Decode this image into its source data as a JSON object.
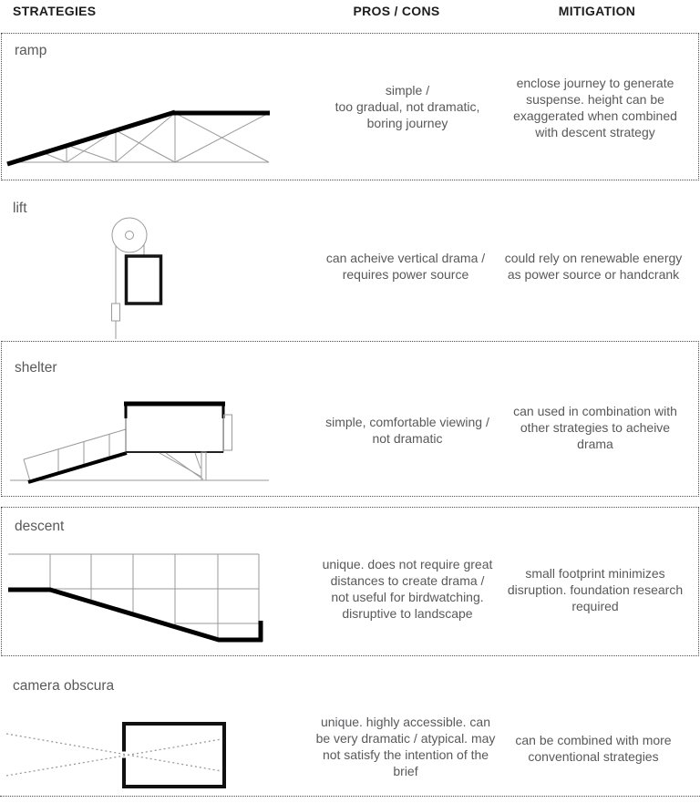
{
  "header": {
    "strategies": "STRATEGIES",
    "pros_cons": "PROS / CONS",
    "mitigation": "MITIGATION"
  },
  "rows": [
    {
      "label": "ramp",
      "diagram": "ramp-truss-side-elevation",
      "boxed": true,
      "pros_cons": "simple /\ntoo gradual, not dramatic,\nboring journey",
      "mitigation": "enclose journey to generate\nsuspense. height can be\nexaggerated when combined\nwith descent strategy"
    },
    {
      "label": "lift",
      "diagram": "pulley-lift-with-counterweight",
      "boxed": false,
      "pros_cons": "can acheive vertical drama /\nrequires power source",
      "mitigation": "could rely on renewable energy\nas power source or handcrank"
    },
    {
      "label": "shelter",
      "diagram": "ramped-shelter-on-struts",
      "boxed": true,
      "pros_cons": "simple, comfortable viewing /\nnot dramatic",
      "mitigation": "can used in combination with\nother strategies to acheive\ndrama"
    },
    {
      "label": "descent",
      "diagram": "sunken-path-section-grid",
      "boxed": true,
      "pros_cons": "unique. does not require great\ndistances to create drama /\nnot useful for birdwatching.\ndisruptive to landscape",
      "mitigation": "small footprint minimizes\ndisruption. foundation research\nrequired"
    },
    {
      "label": "camera obscura",
      "diagram": "camera-obscura-light-rays",
      "boxed": false,
      "pros_cons": "unique. highly accessible. can\nbe very dramatic / atypical. may\nnot satisfy the intention of the\nbrief",
      "mitigation": "can be combined with more\nconventional strategies"
    }
  ],
  "colors": {
    "body_text": "#58595b",
    "header_text": "#1d1d1f",
    "dotted_border": "#4d4d4d",
    "thin_line": "#9a9a9a",
    "thick_line": "#000000"
  }
}
